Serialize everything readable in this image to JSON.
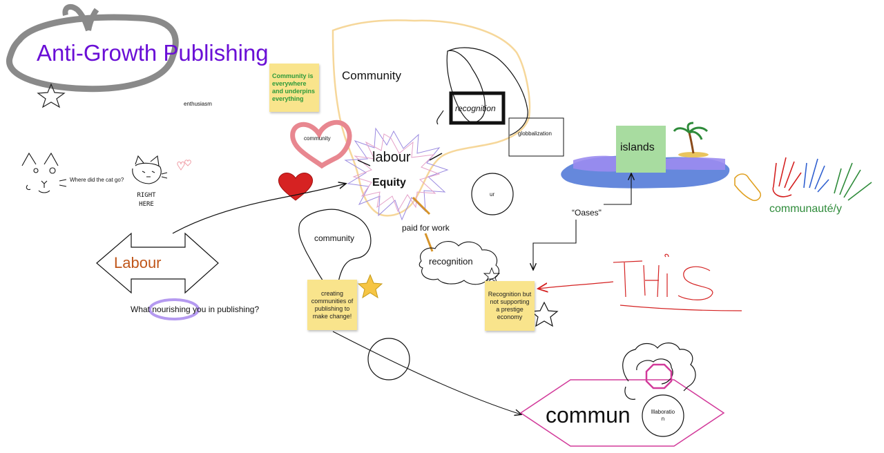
{
  "board": {
    "title": "Anti-Growth Publishing",
    "enthusiasm": "enthusiasm",
    "cat_question": "Where did the cat go?",
    "cat_answer": "RIGHT HERE",
    "community_heart": "community",
    "labour_arrow": "Labour",
    "nourishing_question": "What nourishing you in publishing?",
    "community_big": "Community",
    "recognition_box": "recognition",
    "globalization": "globbalization",
    "labour": "labour",
    "equity": "Equity",
    "ur": "ur",
    "paid_for_work": "paid for work",
    "community_blob": "community",
    "recognition_cloud": "recognition",
    "islands": "islands",
    "oases": "“Oases\"",
    "communaute": "communauté/y",
    "this": "THiS",
    "commun": "commun",
    "collaboration": "lllaboratio n"
  },
  "stickies": {
    "community_everywhere": "Community is everywhere and underpins everything",
    "creating_communities": "creating communities of publishing to make change!",
    "recognition_prestige": "Recognition but not supporting a prestige economy"
  },
  "colors": {
    "title": "#6a0fd6",
    "labour": "#c0561a",
    "communaute": "#2e8b3a",
    "this": "#d42020",
    "sticky_green_text": "#2e9a3a",
    "hexagon": "#d23a9a",
    "islands_box": "#a8dca0",
    "water": "#4a73d6",
    "sticky": "#f9e48c"
  }
}
